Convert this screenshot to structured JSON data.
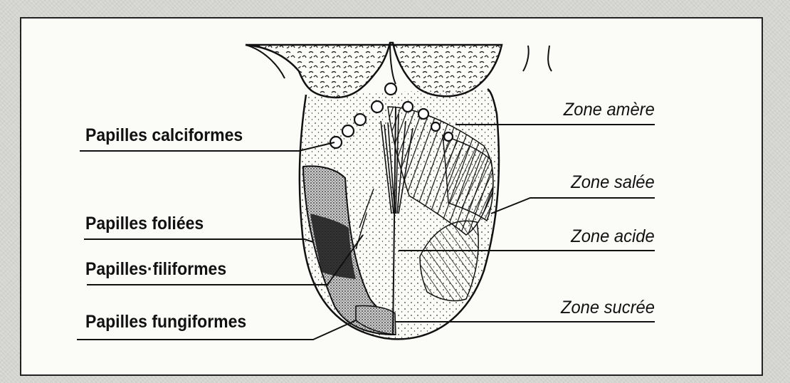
{
  "diagram": {
    "left_labels": {
      "calciformes": "Papilles calciformes",
      "foliees": "Papilles foliées",
      "filiformes": "Papilles·filiformes",
      "fungiformes": "Papilles fungiformes"
    },
    "right_labels": {
      "amere": "Zone amère",
      "salee": "Zone salée",
      "acide": "Zone acide",
      "sucree": "Zone sucrée"
    }
  }
}
